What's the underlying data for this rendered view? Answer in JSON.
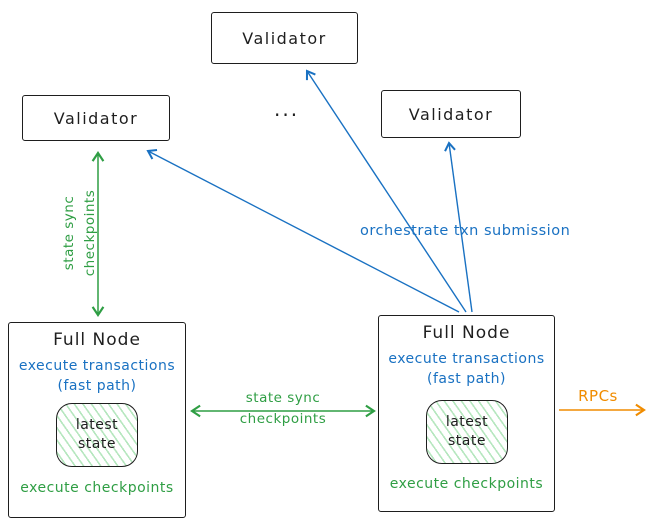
{
  "validators": {
    "top": {
      "label": "Validator"
    },
    "left": {
      "label": "Validator"
    },
    "right": {
      "label": "Validator"
    },
    "ellipsis": "..."
  },
  "full_node_left": {
    "title": "Full Node",
    "fast_path": "execute transactions\n(fast path)",
    "state": "latest\nstate",
    "checkpoints": "execute checkpoints"
  },
  "full_node_right": {
    "title": "Full Node",
    "fast_path": "execute transactions\n(fast path)",
    "state": "latest\nstate",
    "checkpoints": "execute checkpoints"
  },
  "edges": {
    "state_sync_left": "state sync\ncheckpoints",
    "state_sync_middle": "state sync\ncheckpoints",
    "orchestrate": "orchestrate txn submission",
    "rpcs": "RPCs"
  },
  "colors": {
    "blue": "#1971c2",
    "green": "#2f9e44",
    "orange": "#f08c00",
    "ink": "#1e1e1e"
  }
}
